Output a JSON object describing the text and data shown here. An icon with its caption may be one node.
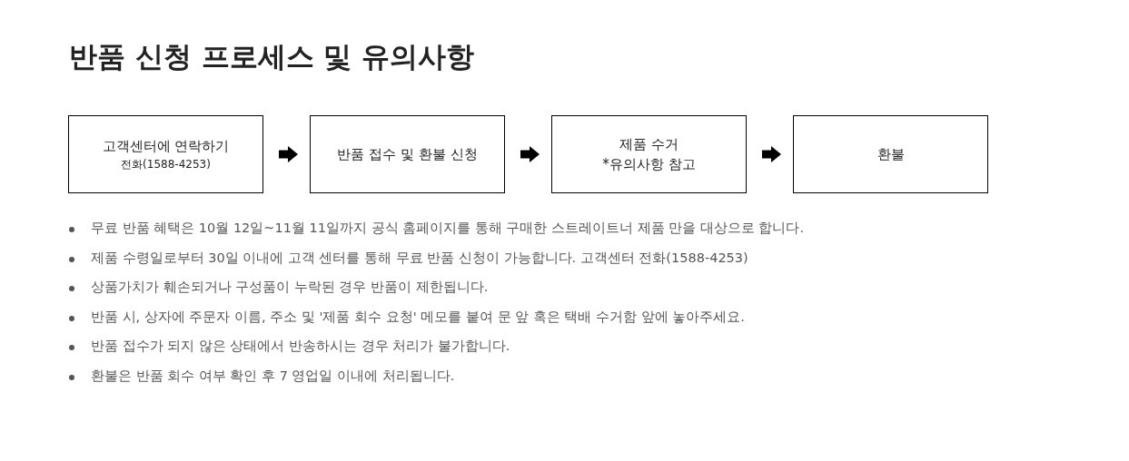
{
  "diagram": {
    "title": "반품 신청 프로세스 및 유의사항",
    "nodes": [
      {
        "text": [
          "고객센터에 연락하기",
          "전화(1588-4253)"
        ]
      },
      {
        "text": [
          "반품 접수 및 환불 신청"
        ]
      },
      {
        "text": [
          "제품 수거",
          "*유의사항 참고"
        ]
      },
      {
        "text": [
          "환불"
        ]
      }
    ],
    "edges": [
      {
        "from": 0,
        "to": 1,
        "arrow": "to"
      },
      {
        "from": 1,
        "to": 2,
        "arrow": "to"
      },
      {
        "from": 2,
        "to": 3,
        "arrow": "to"
      }
    ],
    "labels": [
      "무료 반품 혜택은 10월 12일~11월 11일까지 공식 홈페이지를 통해 구매한 스트레이트너 제품 만을 대상으로 합니다.",
      "제품 수령일로부터 30일 이내에 고객 센터를 통해 무료 반품 신청이 가능합니다. 고객센터 전화(1588-4253)",
      "상품가치가 훼손되거나 구성품이 누락된 경우 반품이 제한됩니다.",
      "반품 시, 상자에 주문자 이름, 주소 및 '제품 회수 요청' 메모를 붙여 문 앞 혹은 택배 수거함 앞에 놓아주세요.",
      "반품 접수가 되지 않은 상태에서 반송하시는 경우 처리가 불가합니다.",
      "환불은 반품 회수 여부 확인 후 7 영업일 이내에 처리됩니다."
    ]
  }
}
